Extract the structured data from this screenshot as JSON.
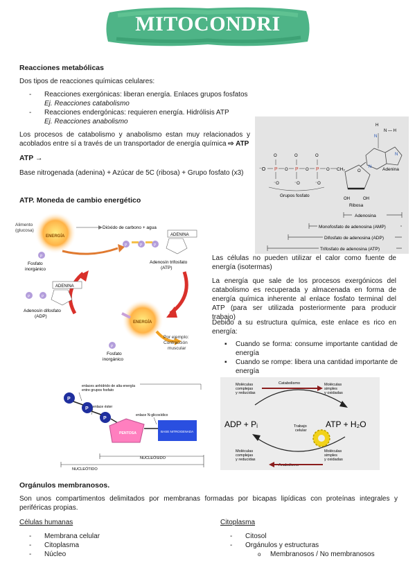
{
  "title": "MITOCONDRI",
  "section1": {
    "heading": "Reacciones metabólicas",
    "intro": "Dos tipos de reacciones químicas celulares:",
    "items": [
      {
        "text": "Reacciones exergónicas: liberan energía. Enlaces grupos fosfatos",
        "example": "Ej. Reacciones catabolismo"
      },
      {
        "text": "Reacciones endergónicas: requieren energía. Hidrólisis ATP",
        "example": "Ej. Reacciones anabolismo"
      }
    ],
    "para": "Los procesos de catabolismo y anabolismo estan muy relacionados y acoblados entre sí a través de un transportador de energía química",
    "para_bold": "⇨ ATP",
    "atp_label": "ATP →",
    "atp_formula": "Base nitrogenada (adenina) + Azúcar de 5C (ribosa) + Grupo fosfato (x3)"
  },
  "atp_structure": {
    "h": "H",
    "n": "N",
    "nh": "N — H",
    "adenina": "Adenina",
    "grupos_fosfato": "Grupos fosfato",
    "ribosa": "Ribosa",
    "oh": "OH",
    "ch2": "CH₂",
    "o": "O",
    "o_minus": "⁻O",
    "p": "P",
    "adenosina": "Adenosina",
    "amp": "Monofosfato de adenosina (AMP)",
    "adp": "Difosfato de adenosina (ADP)",
    "atp": "Trifosfato de adenosina (ATP)"
  },
  "section2": {
    "heading": "ATP. Moneda de cambio energético",
    "p1": "Las células no pueden utilizar el calor como fuente de energía (isotermas)",
    "p2": "La energía que sale de los procesos exergónicos del catabolismo es recuperada y almacenada en forma de energía química inherente al enlace fosfato terminal del ATP (para ser utilizada posteriormente para producir trabajo)",
    "p3": "Debido a su estructura química, este enlace es rico en energía:",
    "bullets": [
      "Cuando se forma: consume importante cantidad de energía",
      "Cuando se rompe: libera una cantidad importante de energía"
    ]
  },
  "cycle_diagram": {
    "alimento": "Alimento\n(glucosa)",
    "energia_top": "ENERGÍA",
    "co2": "Dióxido de carbono + agua",
    "adenina1": "ADENINA",
    "adenina2": "ADENINA",
    "adenosin_tri": "Adenosín trifosfato\n(ATP)",
    "fosfato1": "Fosfato\ninorgánico",
    "adenosin_di": "Adenosín difosfato\n(ADP)",
    "energia_bottom": "ENERGÍA",
    "por_ejemplo": "Por ejemplo:\nContracción\nmuscular",
    "fosfato2": "Fosfato\ninorgánico",
    "p": "P"
  },
  "nucleotide_diagram": {
    "enlaces_anhidrido": "enlaces anhídrido de alta energía\nentre grupos fosfato",
    "enlace_ester": "enlace éster",
    "enlace_glicosidico": "enlace N-glicosídico",
    "pentosa": "PENTOSA",
    "base": "BASE NITROGENADA",
    "nucleotido": "NUCLEÓTIDO",
    "nucleosido": "NUCLEÓSIDO",
    "p": "P"
  },
  "metabolism_diagram": {
    "mol_complejas_top": "Moléculas\ncomplejas\ny reducidas",
    "catabolismo": "Catabolismo",
    "mol_simples_top": "Moléculas\nsimples\ny oxidadas",
    "adp": "ADP + Pᵢ",
    "atp": "ATP + H₂O",
    "trabajo": "Trabajo\ncelular",
    "mol_complejas_bottom": "Moléculas\ncomplejas\ny reducidas",
    "anabolismo": "Anabolismo",
    "mol_simples_bottom": "Moléculas\nsimples\ny oxidadas"
  },
  "section3": {
    "heading": "Orgánulos membranosos.",
    "para": "Son unos compartimentos delimitados por membranas formadas por bicapas lipídicas con proteínas integrales y periféricas propias.",
    "col1_title": "Células humanas",
    "col1_items": [
      "Membrana celular",
      "Citoplasma",
      "Núcleo"
    ],
    "col2_title": "Citoplasma",
    "col2_items": [
      "Citosol",
      "Orgánulos y estructuras"
    ],
    "col2_sub": "Membranosos / No membranosos"
  },
  "colors": {
    "banner": "#3fae7d",
    "diagram_bg": "#e4e4e4",
    "pentose": "#ff7fbf",
    "base": "#2a4fe0",
    "phosphate": "#1f2f9e"
  }
}
